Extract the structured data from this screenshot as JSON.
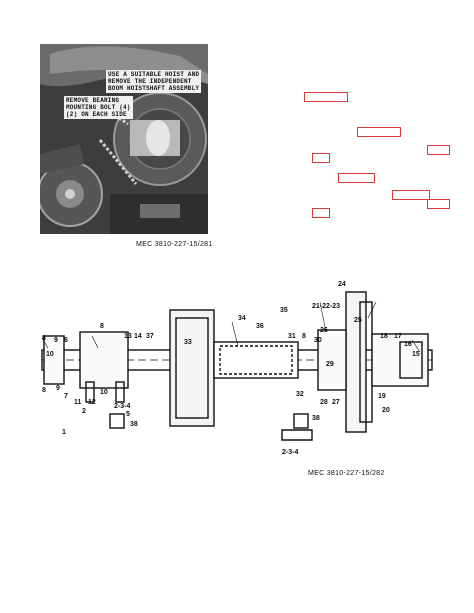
{
  "photo": {
    "callout_hoist": "USE A SUITABLE HOIST AND REMOVE THE INDEPENDENT BOOM HOISTSHAFT ASSEMBLY",
    "callout_hoist_lines": [
      "USE A SUITABLE HOIST AND",
      "REMOVE THE INDEPENDENT",
      "BOOM HOISTSHAFT ASSEMBLY"
    ],
    "callout_bolt_lines": [
      "REMOVE BEARING",
      "MOUNTING BOLT (4)",
      "(2) ON EACH SIDE"
    ],
    "caption": "MEC 3810-227-15/281"
  },
  "diagram": {
    "caption": "MEC 3810-227-15/282",
    "labels": {
      "l1": "1",
      "l2": "2",
      "l5": "5",
      "l6": "6",
      "l7": "7",
      "l8": "8",
      "l8b": "8",
      "l8c": "8",
      "l9": "9",
      "l9b": "9",
      "l10": "10",
      "l11": "11",
      "l12": "12",
      "l13": "13",
      "l14": "14",
      "l15": "15",
      "l16": "16",
      "l17": "17",
      "l18": "18",
      "l19": "19",
      "l20": "20",
      "l21": "21-22-23",
      "l24": "24",
      "l25": "25",
      "l26": "26",
      "l27": "27",
      "l28": "28",
      "l29": "29",
      "l30": "30",
      "l31": "31",
      "l32": "32",
      "l33": "33",
      "l34": "34",
      "l35": "35",
      "l36": "36",
      "l37": "37",
      "l38": "38",
      "l38b": "38",
      "l234": "2-3-4",
      "l234b": "2-3-4"
    }
  }
}
